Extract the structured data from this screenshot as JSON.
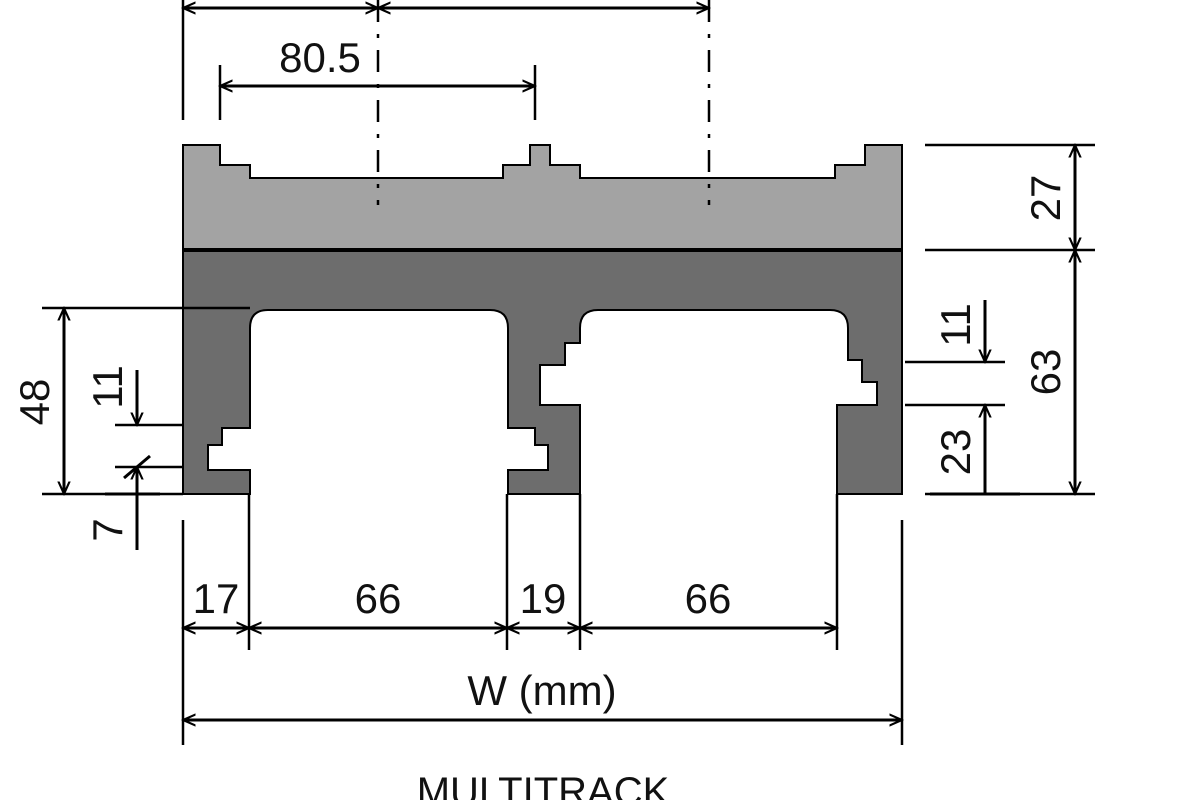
{
  "diagram": {
    "caption": "MULTITRACK",
    "width_label": "W (mm)",
    "dimensions": {
      "center_pitch": "80.5",
      "top_height": "27",
      "base_height": "63",
      "inner_depth": "48",
      "left_groove": "11",
      "left_offset": "7",
      "right_groove": "11",
      "right_offset": "23",
      "outer_wall": "17",
      "slot_1": "66",
      "center_web": "19",
      "slot_2": "66"
    },
    "colors": {
      "top_plate": "#a3a3a3",
      "base_body": "#6d6d6d",
      "line": "#000000"
    }
  }
}
